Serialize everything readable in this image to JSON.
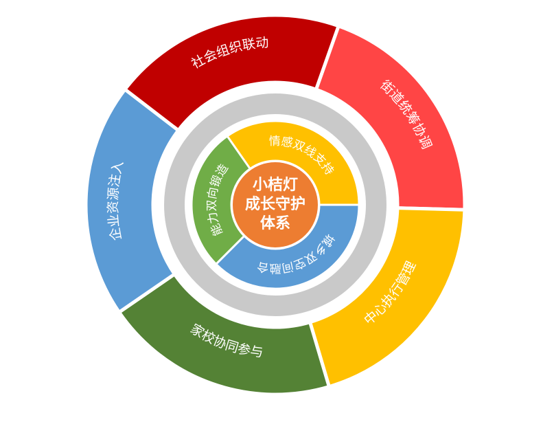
{
  "center": {
    "lines": [
      "小桔灯",
      "成长守护",
      "体系"
    ],
    "color": "#ED7D31"
  },
  "middle_ring_color": "#C9C9C9",
  "inner_ring": [
    {
      "label": "情感双线支持",
      "color": "#FFC000"
    },
    {
      "label": "城乡双空间融合",
      "color": "#5B9BD5"
    },
    {
      "label": "能力双向锻造",
      "color": "#70AD47"
    }
  ],
  "outer_ring": [
    {
      "label": "街道统筹协调",
      "color": "#FF4545"
    },
    {
      "label": "中心执行管理",
      "color": "#FFC000"
    },
    {
      "label": "家校协同参与",
      "color": "#548235"
    },
    {
      "label": "企业资源注入",
      "color": "#5B9BD5"
    },
    {
      "label": "社会组织联动",
      "color": "#C00000"
    }
  ]
}
